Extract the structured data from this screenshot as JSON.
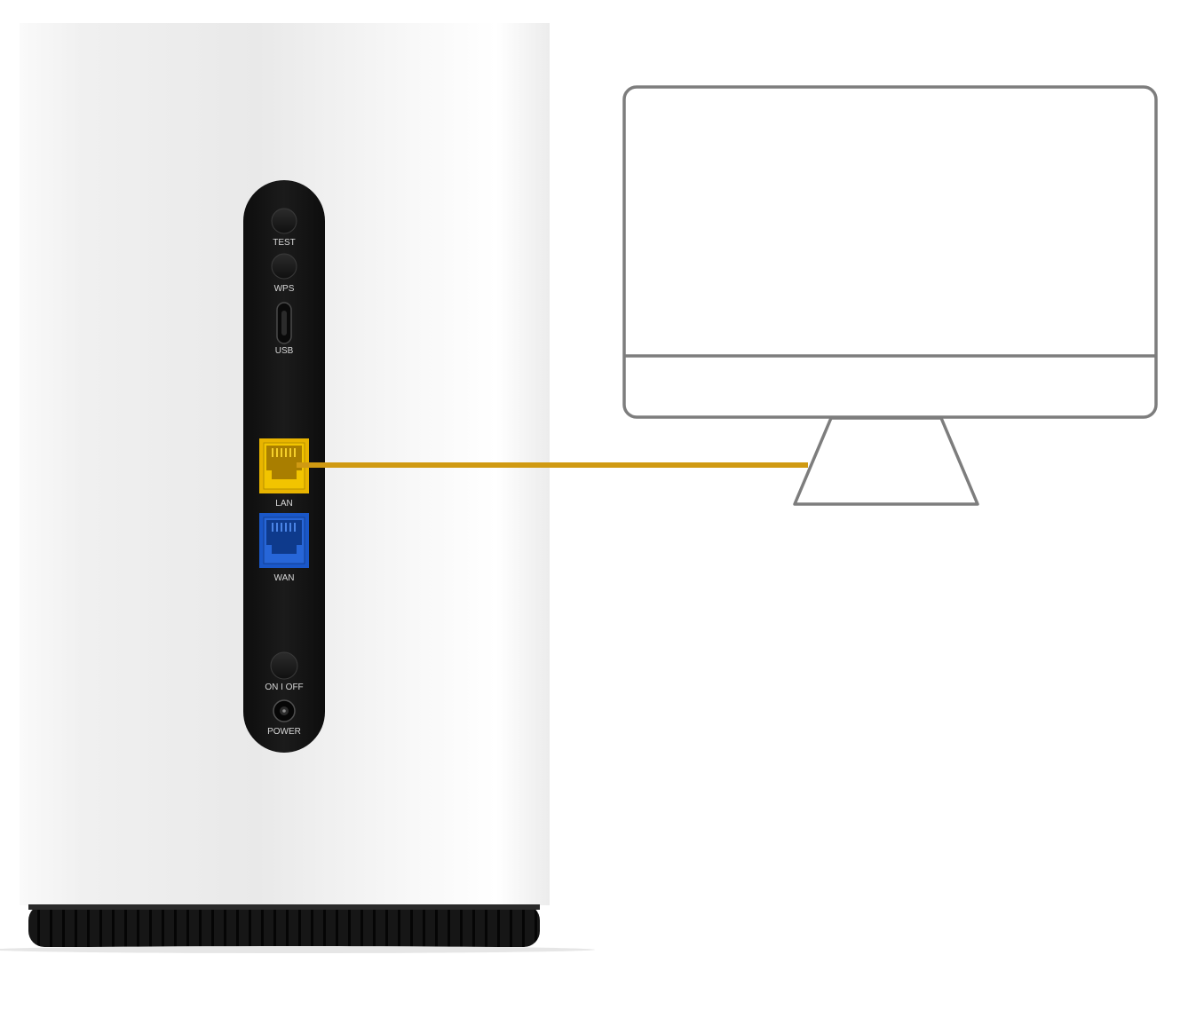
{
  "colors": {
    "lan_port": "#e8b400",
    "wan_port": "#1a57c8",
    "cable": "#d09a12",
    "monitor_outline": "#7d7d7d",
    "panel": "#141414",
    "router_body": "#f2f2f2"
  },
  "router": {
    "labels": {
      "test": "TEST",
      "wps": "WPS",
      "usb": "USB",
      "lan": "LAN",
      "wan": "WAN",
      "on_off": "ON I OFF",
      "power": "POWER"
    }
  },
  "connection": {
    "from": "LAN",
    "to": "computer"
  },
  "icons": [
    "router",
    "monitor-icon",
    "ethernet-port-icon",
    "usb-c-port-icon",
    "power-jack-icon"
  ]
}
